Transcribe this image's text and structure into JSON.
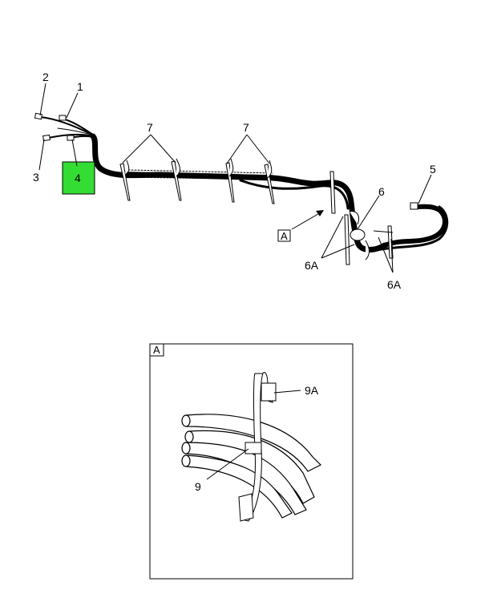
{
  "callouts": {
    "c1": "1",
    "c2": "2",
    "c3": "3",
    "c4": "4",
    "c5": "5",
    "c6": "6",
    "c6a_left": "6A",
    "c6a_right": "6A",
    "c7_left": "7",
    "c7_right": "7",
    "view_ref": "A"
  },
  "detail_view": {
    "label": "A",
    "callout_9": "9",
    "callout_9a": "9A"
  },
  "colors": {
    "highlight": "#33dd33",
    "line": "#000000",
    "background": "#ffffff"
  }
}
